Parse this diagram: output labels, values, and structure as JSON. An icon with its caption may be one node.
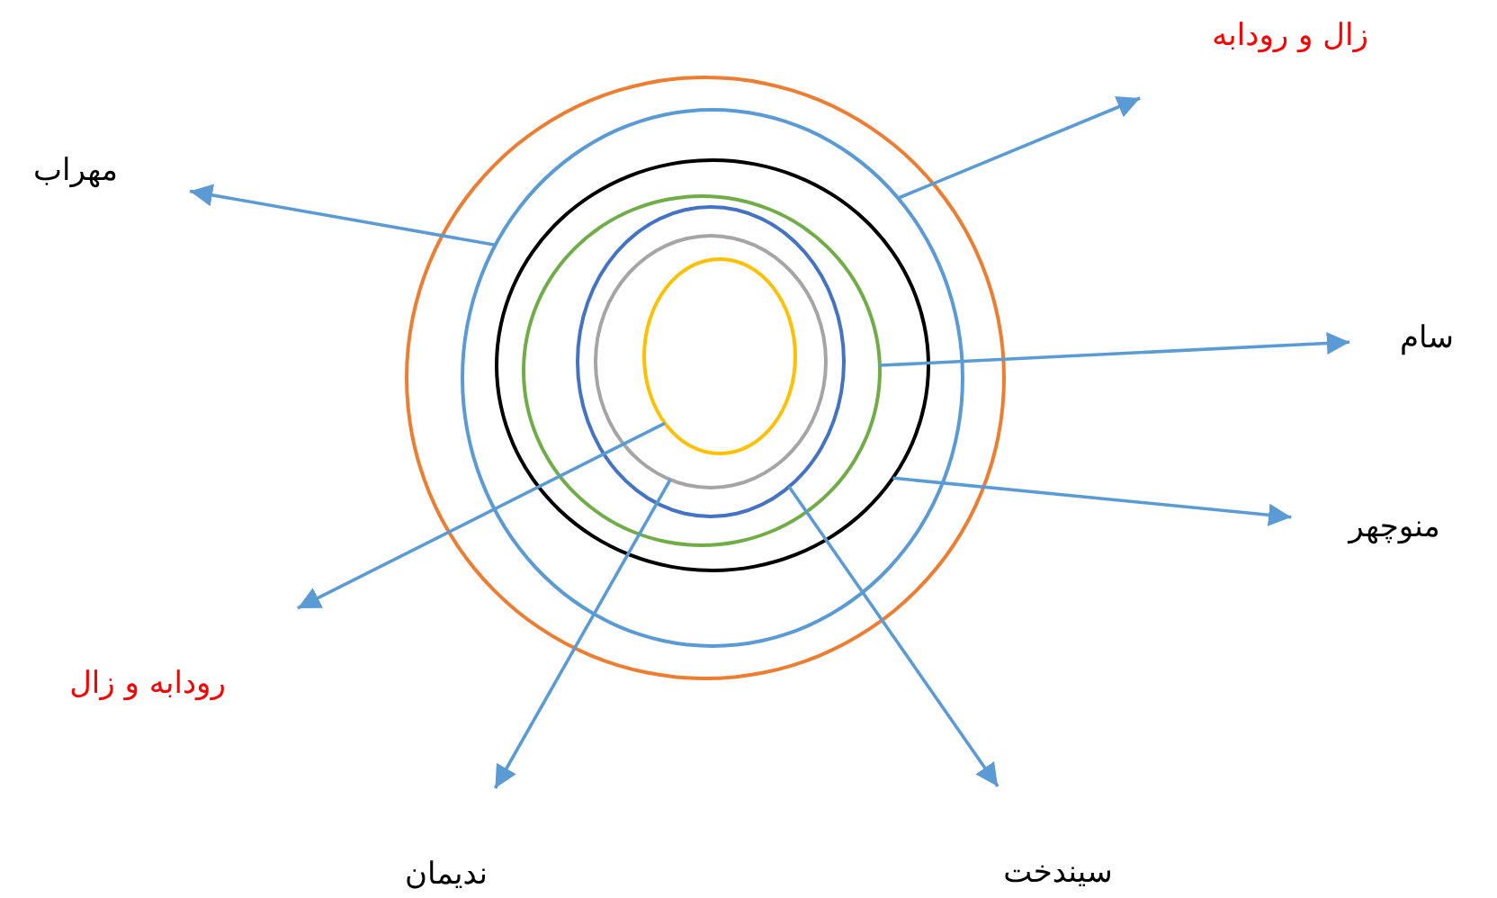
{
  "diagram": {
    "nodes": [
      {
        "text": [],
        "shape": "circle"
      },
      {
        "text": [],
        "shape": "circle",
        "in": 0
      },
      {
        "text": [],
        "shape": "circle",
        "in": 1
      },
      {
        "text": [],
        "shape": "circle",
        "in": 2
      },
      {
        "text": [],
        "shape": "circle",
        "in": 3
      },
      {
        "text": [],
        "shape": "circle",
        "in": 4
      },
      {
        "text": [],
        "shape": "circle",
        "in": 5
      },
      {
        "text": [
          "زال و رودابه"
        ]
      },
      {
        "text": [
          "مهراب"
        ]
      },
      {
        "text": [
          "سام"
        ]
      },
      {
        "text": [
          "منوچهر"
        ]
      },
      {
        "text": [
          "رودابه و زال"
        ]
      },
      {
        "text": [
          "ندیمان"
        ]
      },
      {
        "text": [
          "سیندخت"
        ]
      }
    ],
    "edges": [
      {
        "from": 1,
        "to": 7,
        "arrow": "to"
      },
      {
        "from": 1,
        "to": 8,
        "arrow": "to"
      },
      {
        "from": 3,
        "to": 9,
        "arrow": "to"
      },
      {
        "from": 2,
        "to": 10,
        "arrow": "to"
      },
      {
        "from": 6,
        "to": 11,
        "arrow": "to"
      },
      {
        "from": 5,
        "to": 12,
        "arrow": "to"
      },
      {
        "from": 4,
        "to": 13,
        "arrow": "to"
      }
    ]
  }
}
